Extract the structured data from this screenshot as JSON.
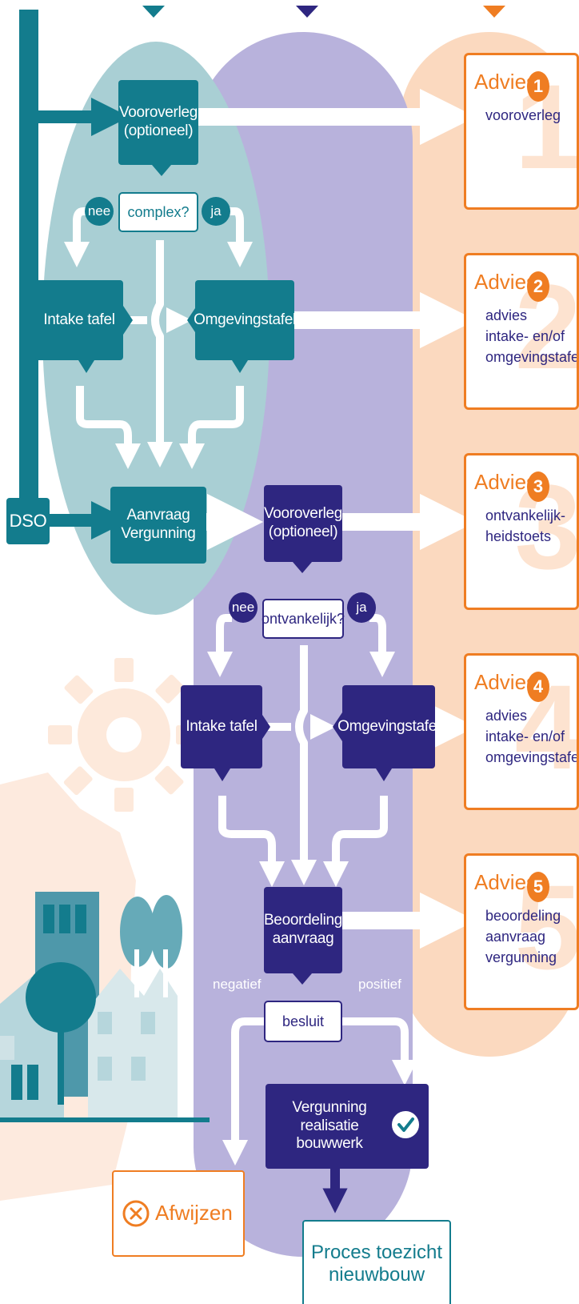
{
  "colors": {
    "teal": "#137c8d",
    "navy": "#2e2680",
    "orange": "#ef7d22",
    "lane_teal": "#a9cfd4",
    "lane_purple": "#b8b2dc",
    "lane_orange": "#fbd9bf"
  },
  "dso": "DSO",
  "phase1": {
    "vooroverleg": "Vooroverleg\n(optioneel)",
    "question": "complex?",
    "nee": "nee",
    "ja": "ja",
    "intake": "Intake tafel",
    "omgeving": "Omgevingstafel",
    "aanvraag": "Aanvraag\nVergunning"
  },
  "phase2": {
    "vooroverleg": "Vooroverleg\n(optioneel)",
    "question": "ontvankelijk?",
    "nee": "nee",
    "ja": "ja",
    "intake": "Intake tafel",
    "omgeving": "Omgevingstafel",
    "beoordeling": "Beoordeling\naanvraag",
    "negatief": "negatief",
    "positief": "positief",
    "besluit": "besluit",
    "realisatie": "Vergunning realisatie\nbouwwerk",
    "afwijzen": "Afwijzen",
    "toezicht": "Proces toezicht\nnieuwbouw"
  },
  "advice": [
    {
      "title": "Advies",
      "number": "1",
      "text": "vooroverleg"
    },
    {
      "title": "Advies",
      "number": "2",
      "text": "advies\nintake- en/of\nomgevingstafel"
    },
    {
      "title": "Advies",
      "number": "3",
      "text": "ontvankelijk-\nheidstoets"
    },
    {
      "title": "Advies",
      "number": "4",
      "text": "advies\nintake- en/of\nomgevingstafel"
    },
    {
      "title": "Advies",
      "number": "5",
      "text": "beoordeling\naanvraag\nvergunning"
    }
  ],
  "icons": {
    "check": "check-circle-icon",
    "cross": "cross-circle-icon",
    "gear": "gear-icon"
  }
}
